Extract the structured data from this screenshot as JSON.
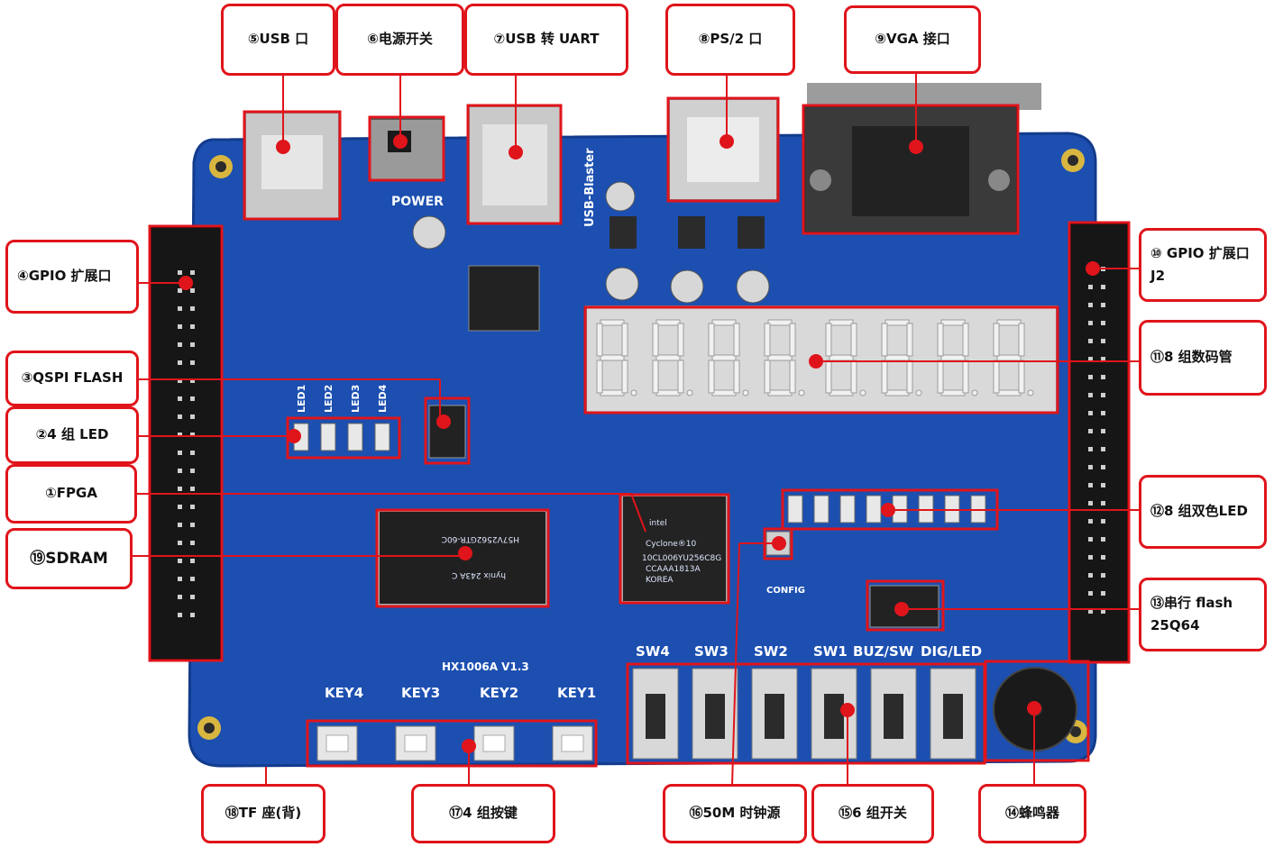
{
  "title": "",
  "colors": {
    "callout_border": "#e0141b",
    "leader_line": "#e0141b",
    "board_blue": "#1c4fb0",
    "board_blue_dark": "#123b8c"
  },
  "callouts": [
    {
      "id": "usb",
      "text": "⑤USB 口"
    },
    {
      "id": "power-switch",
      "text": "⑥电源开关"
    },
    {
      "id": "usb-uart",
      "text": "⑦USB 转 UART"
    },
    {
      "id": "ps2",
      "text": "⑧PS/2 口"
    },
    {
      "id": "vga",
      "text": "⑨VGA 接口"
    },
    {
      "id": "gpio1",
      "text": "④GPIO 扩展口"
    },
    {
      "id": "qspi",
      "text": "③QSPI FLASH"
    },
    {
      "id": "led4",
      "text": "②4 组 LED"
    },
    {
      "id": "fpga",
      "text": "①FPGA"
    },
    {
      "id": "sdram",
      "text": "⑲SDRAM"
    },
    {
      "id": "gpio2",
      "text": "⑩ GPIO 扩展口 J2"
    },
    {
      "id": "seg8",
      "text": "⑪8 组数码管"
    },
    {
      "id": "bicolor",
      "text": "⑫8 组双色LED"
    },
    {
      "id": "flash",
      "text": "⑬串行 flash 25Q64"
    },
    {
      "id": "tf",
      "text": "⑱TF 座(背)"
    },
    {
      "id": "keys",
      "text": "⑰4 组按键"
    },
    {
      "id": "clock",
      "text": "⑯50M 时钟源"
    },
    {
      "id": "switches",
      "text": "⑮6 组开关"
    },
    {
      "id": "buzzer",
      "text": "⑭蜂鸣器"
    }
  ],
  "silkscreen": {
    "power": "POWER",
    "usb_blaster": "USB-Blaster",
    "board_name": "HX1006A  V1.3",
    "keys": [
      "KEY4",
      "KEY3",
      "KEY2",
      "KEY1"
    ],
    "switches": [
      "SW4",
      "SW3",
      "SW2",
      "SW1",
      "BUZ/SW",
      "DIG/LED"
    ],
    "leds": [
      "LED1",
      "LED2",
      "LED3",
      "LED4"
    ],
    "config": "CONFIG",
    "fpga_chip": [
      "intel",
      "Cyclone®10",
      "10CL006YU256C8G",
      "CCAAA1813A",
      "KOREA"
    ],
    "sdram_chip": [
      "hynix 243A C",
      "H57V2562GTR-60C"
    ]
  }
}
